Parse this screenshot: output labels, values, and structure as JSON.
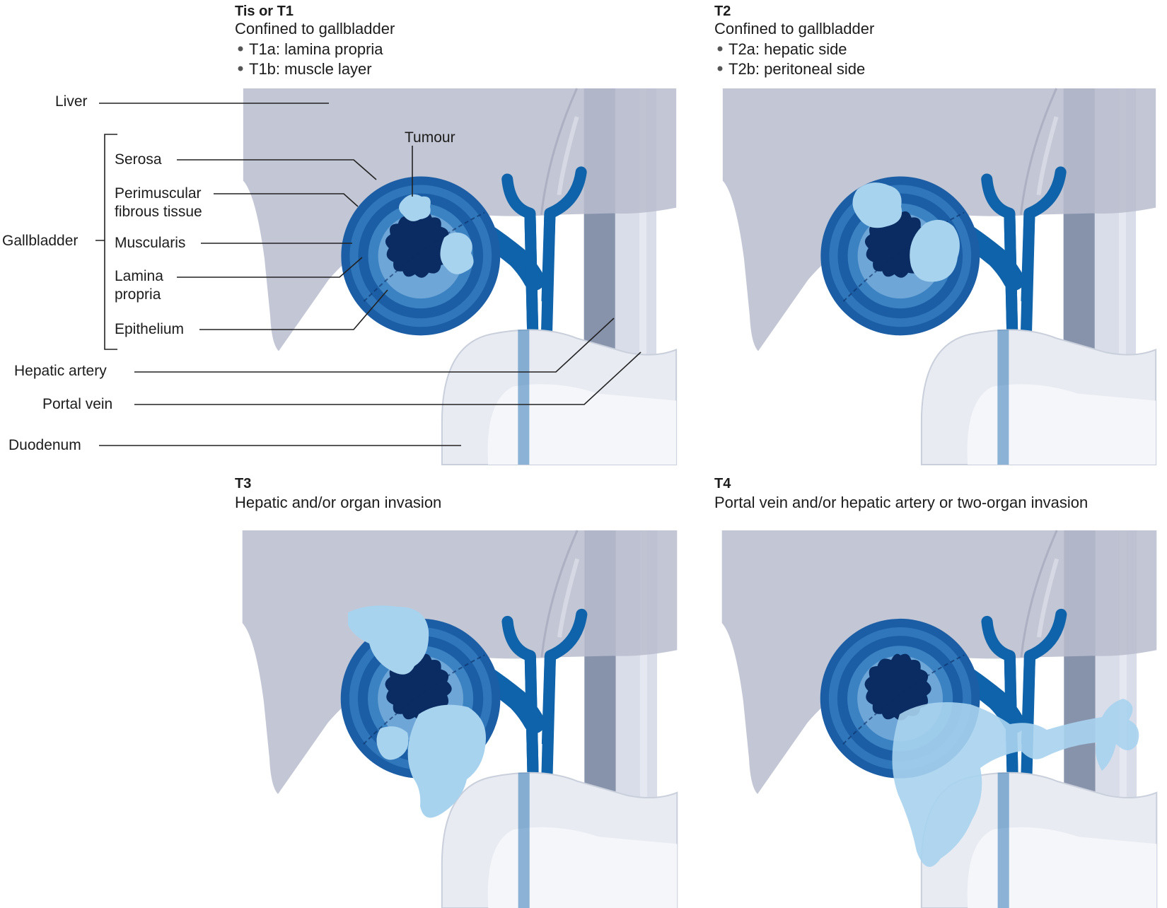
{
  "panels": [
    {
      "title": "Tis or T1",
      "subtitle": "Confined to gallbladder",
      "bullets": [
        "T1a: lamina propria",
        "T1b: muscle layer"
      ]
    },
    {
      "title": "T2",
      "subtitle": "Confined to gallbladder",
      "bullets": [
        "T2a: hepatic side",
        "T2b: peritoneal side"
      ]
    },
    {
      "title": "T3",
      "subtitle": "Hepatic and/or organ invasion",
      "bullets": []
    },
    {
      "title": "T4",
      "subtitle": "Portal vein and/or hepatic artery or two-organ invasion",
      "bullets": []
    }
  ],
  "labels": {
    "liver": "Liver",
    "gallbladder": "Gallbladder",
    "serosa": "Serosa",
    "perimuscular_1": "Perimuscular",
    "perimuscular_2": "fibrous tissue",
    "muscularis": "Muscularis",
    "lamina_1": "Lamina",
    "lamina_2": "propria",
    "epithelium": "Epithelium",
    "tumour": "Tumour",
    "hepatic_artery": "Hepatic artery",
    "portal_vein": "Portal vein",
    "duodenum": "Duodenum"
  },
  "colors": {
    "liver": "#b9bccd",
    "liver_edge": "#9da1b6",
    "vessel_light": "#c8cfdf",
    "vessel_dark": "#5f6d8f",
    "duct": "#0e63aa",
    "gallbladder_outer": "#1b5ea5",
    "gallbladder_dark": "#0a2c63",
    "duodenum": "#e8ebf2",
    "tumour": "#a8d3ee"
  }
}
